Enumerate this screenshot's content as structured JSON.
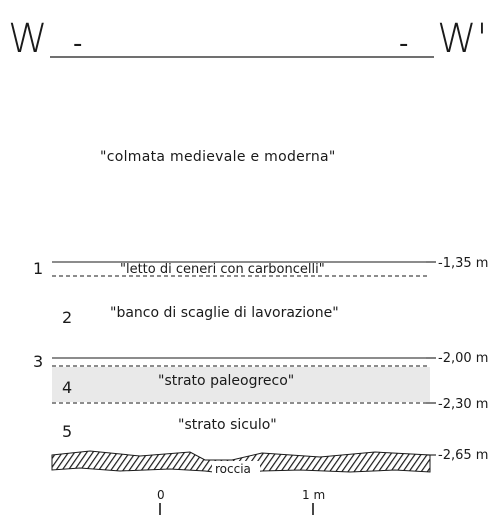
{
  "header": {
    "left_letter": "W",
    "left_dash": "-",
    "right_dash": "-",
    "right_letter": "W'"
  },
  "section_title": "\"colmata medievale e moderna\"",
  "layers": [
    {
      "number": "1",
      "label": "\"letto di ceneri con carboncelli\""
    },
    {
      "number": "2",
      "label": "\"banco di scaglie di lavorazione\""
    },
    {
      "number": "3",
      "label": ""
    },
    {
      "number": "4",
      "label": "\"strato paleogreco\""
    },
    {
      "number": "5",
      "label": "\"strato siculo\""
    }
  ],
  "depths": [
    "-1,35 m",
    "-2,00 m",
    "-2,30 m",
    "-2,65 m"
  ],
  "bedrock_label": "roccia",
  "scale": {
    "start": "0",
    "end": "1 m"
  }
}
